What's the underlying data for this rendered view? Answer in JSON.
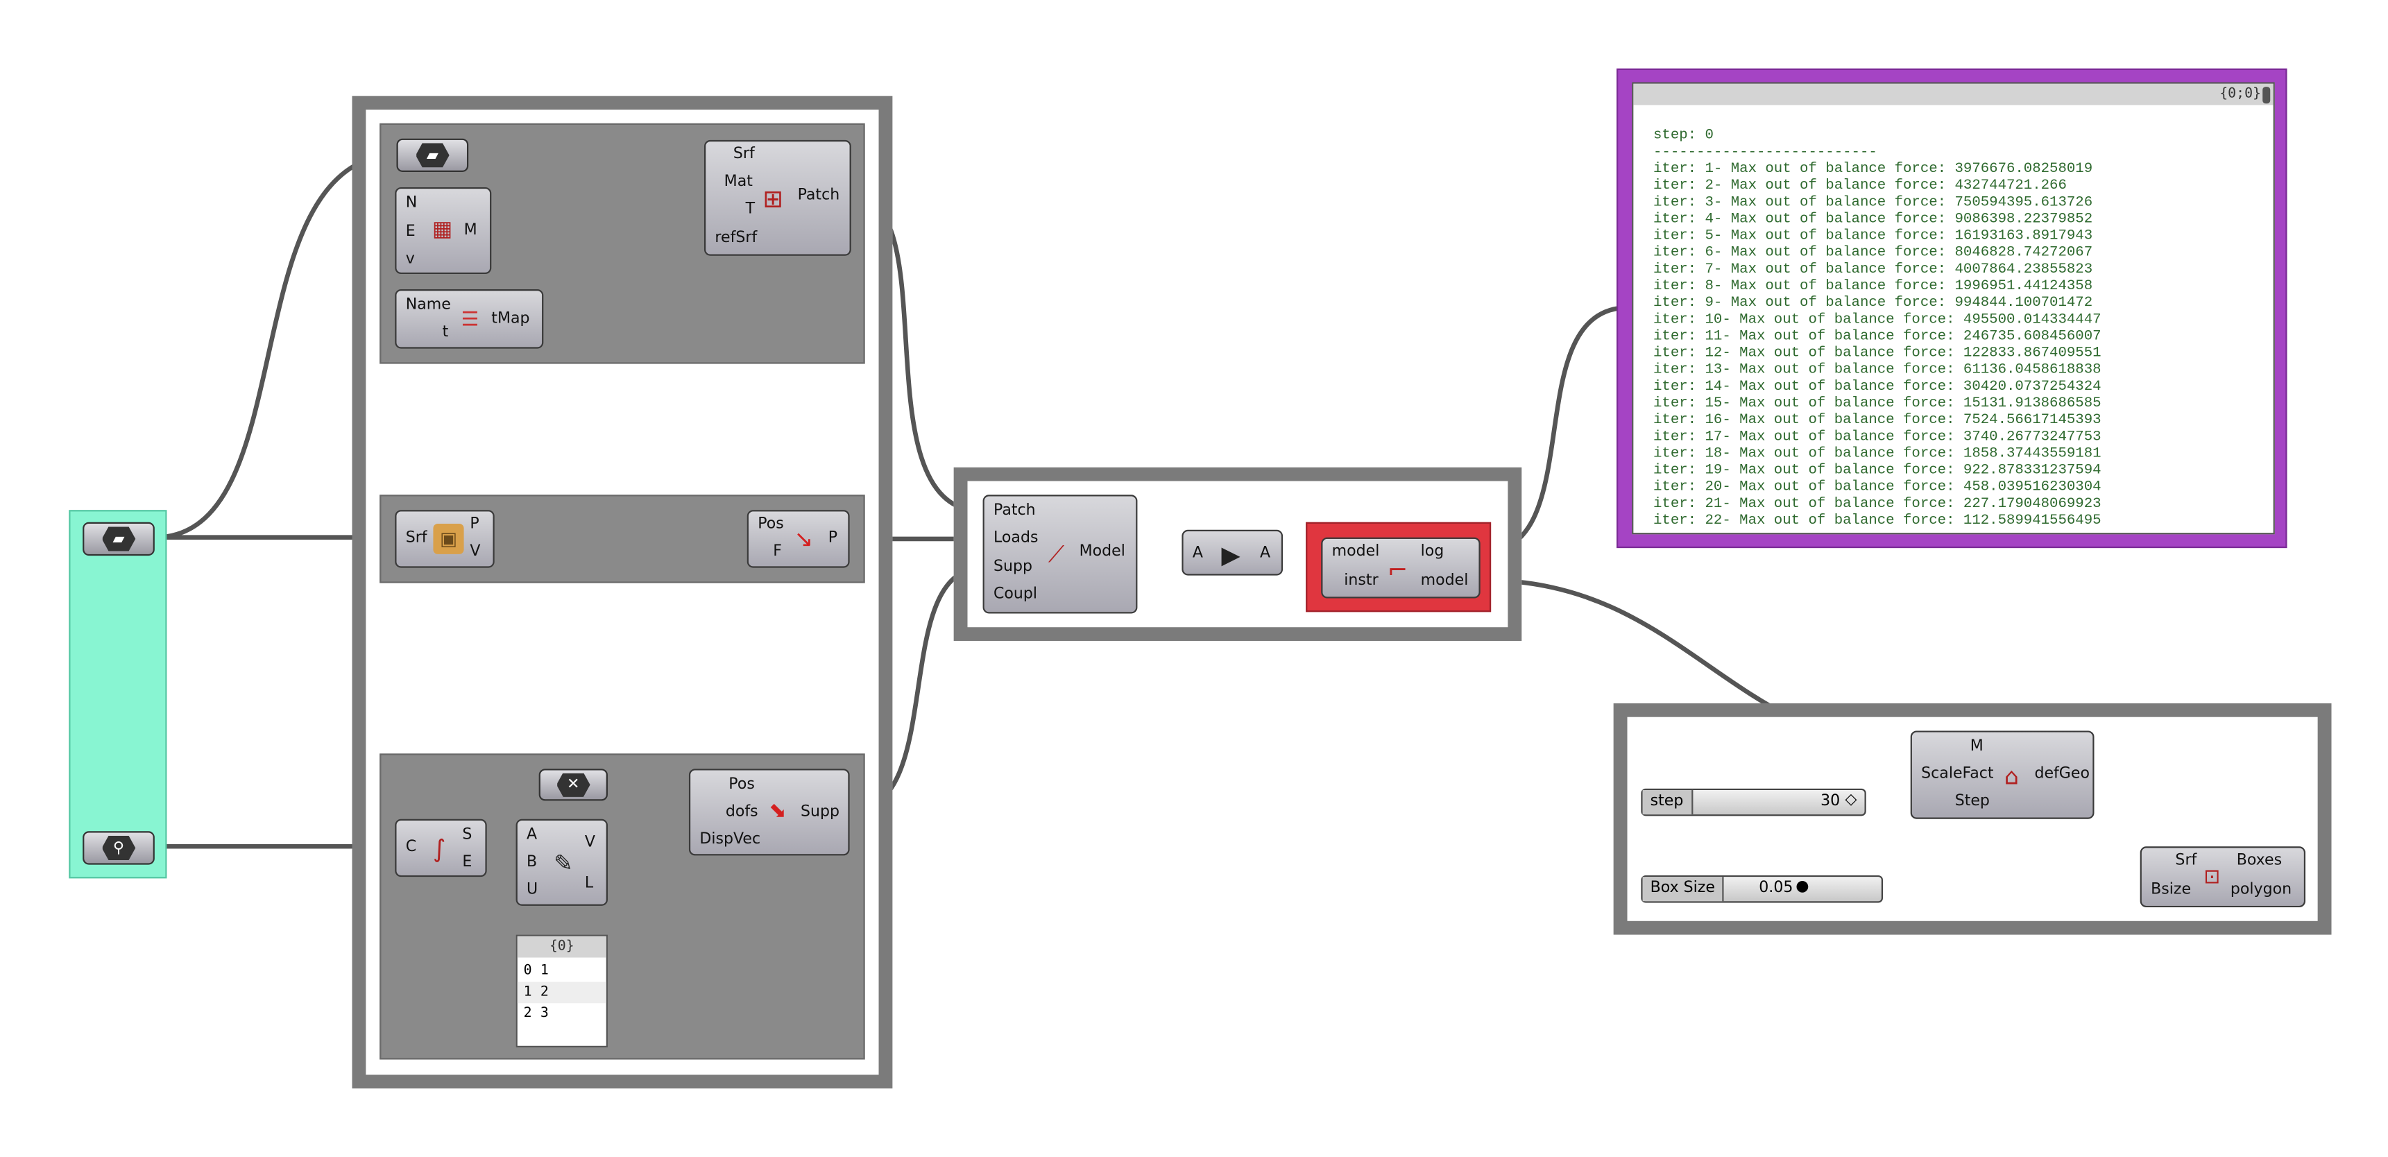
{
  "canvas": {
    "colors": {
      "group_frame": "#7b7b7b",
      "grey_group": "#8a8a8a",
      "teal_group": "#88f5d2",
      "purple_group": "#a544c4",
      "red_group": "#e0363f",
      "wire": "#555555"
    }
  },
  "patch_component": {
    "inputs": [
      "Srf",
      "Mat",
      "T",
      "refSrf"
    ],
    "output": "Patch",
    "icon": "grid-patch-icon"
  },
  "material_component": {
    "inputs": [
      "N",
      "E",
      "v"
    ],
    "output": "M",
    "icon": "material-icon"
  },
  "thickness_component": {
    "inputs": [
      "Name",
      "t"
    ],
    "output": "tMap",
    "icon": "thickness-map-icon"
  },
  "load_point_component": {
    "input": "Srf",
    "outputs": [
      "P",
      "V"
    ],
    "icon": "box-icon"
  },
  "load_component": {
    "inputs": [
      "Pos",
      "F"
    ],
    "output": "P",
    "icon": "arrow-load-icon"
  },
  "curve_divide_component": {
    "input": "C",
    "outputs": [
      "S",
      "E"
    ],
    "icon": "curve-icon"
  },
  "line_component": {
    "inputs": [
      "A",
      "B",
      "U"
    ],
    "outputs": [
      "V",
      "L"
    ],
    "icon": "line-pen-icon"
  },
  "support_component": {
    "inputs": [
      "Pos",
      "dofs",
      "DispVec"
    ],
    "output": "Supp",
    "icon": "support-icon"
  },
  "null_component": {
    "icon": "x-icon"
  },
  "list_panel": {
    "header": "{0}",
    "rows": [
      {
        "index": "0",
        "value": "1"
      },
      {
        "index": "1",
        "value": "2"
      },
      {
        "index": "2",
        "value": "3"
      }
    ]
  },
  "assemble_component": {
    "inputs": [
      "Patch",
      "Loads",
      "Supp",
      "Coupl"
    ],
    "output": "Model",
    "icon": "assemble-icon"
  },
  "play_component": {
    "input": "A",
    "output": "A",
    "icon": "play-icon"
  },
  "analysis_component": {
    "inputs": [
      "model",
      "instr"
    ],
    "outputs": [
      "log",
      "model"
    ],
    "icon": "curve-graph-icon"
  },
  "log_panel": {
    "header": "{0;0}",
    "lines": [
      "step: 0",
      "--------------------------",
      "iter: 1- Max out of balance force: 3976676.08258019",
      "iter: 2- Max out of balance force: 432744721.266",
      "iter: 3- Max out of balance force: 750594395.613726",
      "iter: 4- Max out of balance force: 9086398.22379852",
      "iter: 5- Max out of balance force: 16193163.8917943",
      "iter: 6- Max out of balance force: 8046828.74272067",
      "iter: 7- Max out of balance force: 4007864.23855823",
      "iter: 8- Max out of balance force: 1996951.44124358",
      "iter: 9- Max out of balance force: 994844.100701472",
      "iter: 10- Max out of balance force: 495500.014334447",
      "iter: 11- Max out of balance force: 246735.608456007",
      "iter: 12- Max out of balance force: 122833.867409551",
      "iter: 13- Max out of balance force: 61136.0458618838",
      "iter: 14- Max out of balance force: 30420.0737254324",
      "iter: 15- Max out of balance force: 15131.9138686585",
      "iter: 16- Max out of balance force: 7524.56617145393",
      "iter: 17- Max out of balance force: 3740.26773247753",
      "iter: 18- Max out of balance force: 1858.37443559181",
      "iter: 19- Max out of balance force: 922.878331237594",
      "iter: 20- Max out of balance force: 458.039516230304",
      "iter: 21- Max out of balance force: 227.179048069923",
      "iter: 22- Max out of balance force: 112.589941556495"
    ]
  },
  "deformed_component": {
    "inputs": [
      "M",
      "ScaleFact",
      "Step"
    ],
    "output": "defGeo",
    "icon": "deformed-shell-icon"
  },
  "boxes_component": {
    "inputs": [
      "Srf",
      "Bsize"
    ],
    "outputs": [
      "Boxes",
      "polygon"
    ],
    "icon": "boxes-icon"
  },
  "step_slider": {
    "label": "step",
    "value": "30",
    "level": 0.3
  },
  "boxsize_slider": {
    "label": "Box Size",
    "value": "0.05",
    "level": 0.05
  }
}
